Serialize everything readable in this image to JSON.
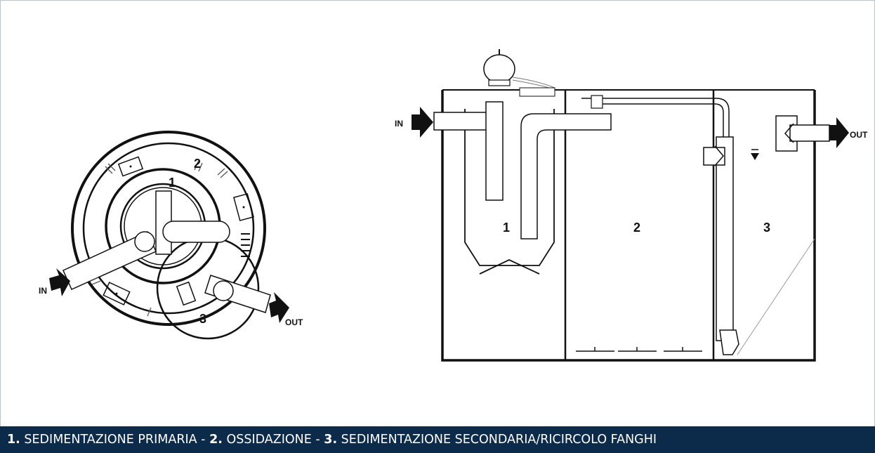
{
  "diagram": {
    "top_view": {
      "in_label": "IN",
      "out_label": "OUT",
      "chambers": [
        "1",
        "2",
        "3"
      ]
    },
    "side_view": {
      "in_label": "IN",
      "out_label": "OUT",
      "chambers": [
        "1",
        "2",
        "3"
      ]
    }
  },
  "caption": [
    {
      "num": "1.",
      "text": " SEDIMENTAZIONE PRIMARIA - "
    },
    {
      "num": "2.",
      "text": " OSSIDAZIONE - "
    },
    {
      "num": "3.",
      "text": " SEDIMENTAZIONE SECONDARIA/RICIRCOLO FANGHI"
    }
  ],
  "colors": {
    "caption_bar": "#0c2a4a",
    "caption_text": "#ffffff",
    "line": "#111111"
  }
}
